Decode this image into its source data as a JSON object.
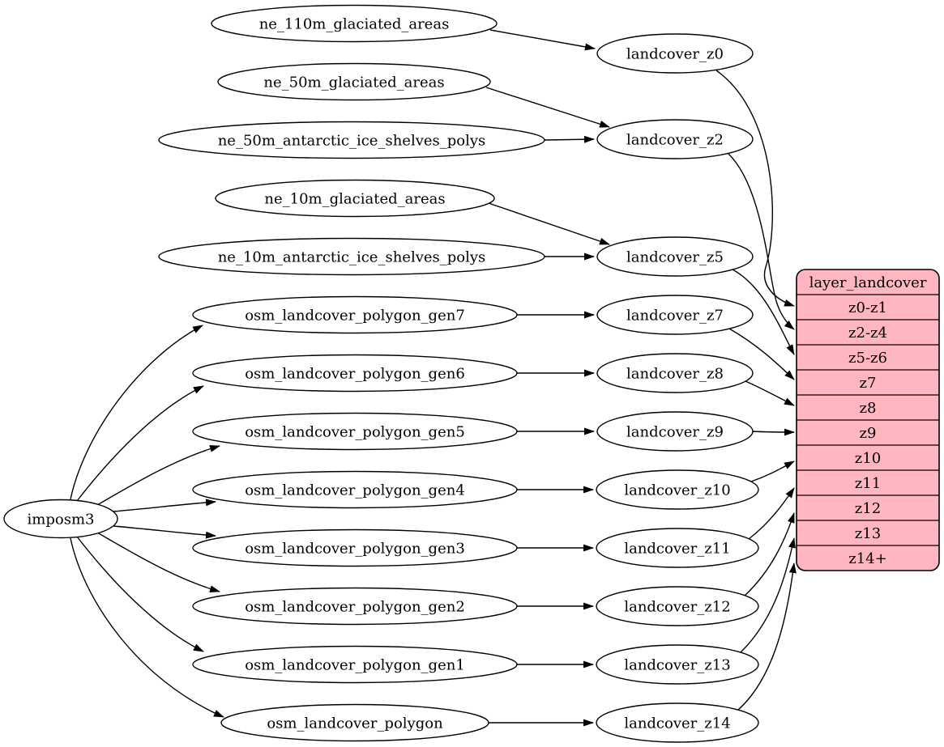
{
  "diagram": {
    "root": {
      "label": "imposm3"
    },
    "sources": [
      "ne_110m_glaciated_areas",
      "ne_50m_glaciated_areas",
      "ne_50m_antarctic_ice_shelves_polys",
      "ne_10m_glaciated_areas",
      "ne_10m_antarctic_ice_shelves_polys",
      "osm_landcover_polygon_gen7",
      "osm_landcover_polygon_gen6",
      "osm_landcover_polygon_gen5",
      "osm_landcover_polygon_gen4",
      "osm_landcover_polygon_gen3",
      "osm_landcover_polygon_gen2",
      "osm_landcover_polygon_gen1",
      "osm_landcover_polygon"
    ],
    "generalized_tables": [
      "landcover_z0",
      "landcover_z2",
      "landcover_z5",
      "landcover_z7",
      "landcover_z8",
      "landcover_z9",
      "landcover_z10",
      "landcover_z11",
      "landcover_z12",
      "landcover_z13",
      "landcover_z14"
    ],
    "layer_table": {
      "title": "layer_landcover",
      "rows": [
        "z0-z1",
        "z2-z4",
        "z5-z6",
        "z7",
        "z8",
        "z9",
        "z10",
        "z11",
        "z12",
        "z13",
        "z14+"
      ]
    },
    "edges": [
      [
        "imposm3",
        "osm_landcover_polygon_gen7"
      ],
      [
        "imposm3",
        "osm_landcover_polygon_gen6"
      ],
      [
        "imposm3",
        "osm_landcover_polygon_gen5"
      ],
      [
        "imposm3",
        "osm_landcover_polygon_gen4"
      ],
      [
        "imposm3",
        "osm_landcover_polygon_gen3"
      ],
      [
        "imposm3",
        "osm_landcover_polygon_gen2"
      ],
      [
        "imposm3",
        "osm_landcover_polygon_gen1"
      ],
      [
        "imposm3",
        "osm_landcover_polygon"
      ],
      [
        "ne_110m_glaciated_areas",
        "landcover_z0"
      ],
      [
        "ne_50m_glaciated_areas",
        "landcover_z2"
      ],
      [
        "ne_50m_antarctic_ice_shelves_polys",
        "landcover_z2"
      ],
      [
        "ne_10m_glaciated_areas",
        "landcover_z5"
      ],
      [
        "ne_10m_antarctic_ice_shelves_polys",
        "landcover_z5"
      ],
      [
        "osm_landcover_polygon_gen7",
        "landcover_z7"
      ],
      [
        "osm_landcover_polygon_gen6",
        "landcover_z8"
      ],
      [
        "osm_landcover_polygon_gen5",
        "landcover_z9"
      ],
      [
        "osm_landcover_polygon_gen4",
        "landcover_z10"
      ],
      [
        "osm_landcover_polygon_gen3",
        "landcover_z11"
      ],
      [
        "osm_landcover_polygon_gen2",
        "landcover_z12"
      ],
      [
        "osm_landcover_polygon_gen1",
        "landcover_z13"
      ],
      [
        "osm_landcover_polygon",
        "landcover_z14"
      ],
      [
        "landcover_z0",
        "z0-z1"
      ],
      [
        "landcover_z2",
        "z2-z4"
      ],
      [
        "landcover_z5",
        "z5-z6"
      ],
      [
        "landcover_z7",
        "z7"
      ],
      [
        "landcover_z8",
        "z8"
      ],
      [
        "landcover_z9",
        "z9"
      ],
      [
        "landcover_z10",
        "z10"
      ],
      [
        "landcover_z11",
        "z11"
      ],
      [
        "landcover_z12",
        "z12"
      ],
      [
        "landcover_z13",
        "z13"
      ],
      [
        "landcover_z14",
        "z14+"
      ]
    ],
    "colors": {
      "table_fill": "#ffb6c1",
      "node_fill": "#ffffff",
      "line": "#000000"
    }
  }
}
